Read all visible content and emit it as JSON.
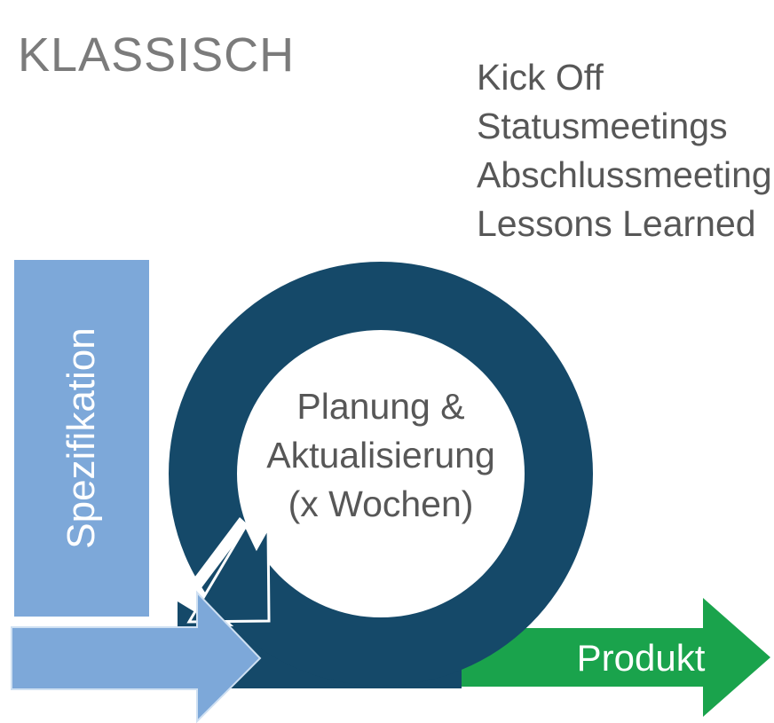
{
  "title": "KLASSISCH",
  "meetings": {
    "lines": [
      "Kick Off",
      "Statusmeetings",
      "Abschlussmeeting",
      "Lessons Learned"
    ]
  },
  "specification": {
    "label": "Spezifikation"
  },
  "loop": {
    "line1": "Planung &",
    "line2": "Aktualisierung",
    "line3": "(x Wochen)"
  },
  "product": {
    "label": "Produkt"
  },
  "colors": {
    "navy": "#154969",
    "lightblue": "#7DA8D9",
    "lightblue_edge": "#CFE0F2",
    "green": "#1AA34C",
    "title_gray": "#7B7B7B",
    "text_gray": "#575757",
    "white": "#FFFFFF"
  }
}
